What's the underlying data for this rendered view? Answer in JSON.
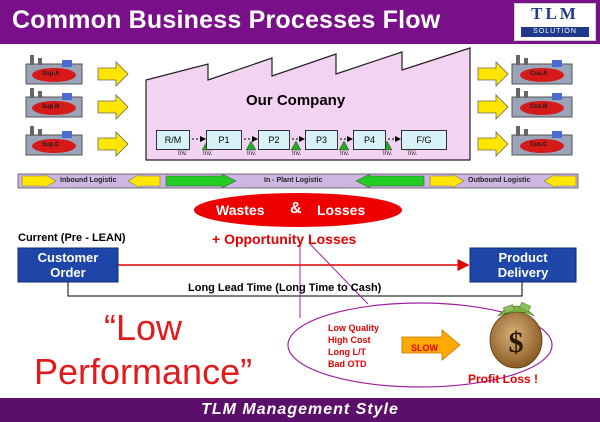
{
  "header": {
    "title": "Common Business Processes Flow"
  },
  "logo": {
    "main": "TLM",
    "sub": "SOLUTION"
  },
  "suppliers": [
    "Sup.A",
    "Sup.B",
    "Sup.C"
  ],
  "customers": [
    "Cus.A",
    "Cus.B",
    "Cus.C"
  ],
  "company": {
    "title": "Our Company",
    "steps": [
      "R/M",
      "P1",
      "P2",
      "P3",
      "P4",
      "F/G"
    ],
    "inventory_label": "Inv."
  },
  "logistics": {
    "inbound": "Inbound Logistic",
    "inplant": "In - Plant Logistic",
    "outbound": "Outbound Logistic"
  },
  "wastes": {
    "left": "Wastes",
    "amp": "&",
    "right": "Losses"
  },
  "opportunity": "+ Opportunity Losses",
  "current_label": "Current (Pre - LEAN)",
  "customer_order": [
    "Customer",
    "Order"
  ],
  "product_delivery": [
    "Product",
    "Delivery"
  ],
  "lead_time": "Long Lead Time (Long Time to Cash)",
  "low_performance": [
    "“Low",
    "Performance”"
  ],
  "issues": [
    "Low Quality",
    "High Cost",
    "Long L/T",
    "Bad OTD"
  ],
  "slow": "SLOW",
  "profit_loss": "Profit Loss !",
  "footer": "TLM Management Style",
  "colors": {
    "header_bg": "#7a0f8a",
    "footer_bg": "#5b0f6b",
    "factory_fill": "#f2d3f2",
    "process_fill": "#d7f3f7",
    "logistic_band": "#cdb6e2",
    "yellow_arrow": "#ffe600",
    "green_arrow": "#22cc22",
    "waste_red": "#ee0000",
    "box_blue": "#1e46a8",
    "text_red": "#e11b1b",
    "ellipse_purple": "#a020a0"
  }
}
